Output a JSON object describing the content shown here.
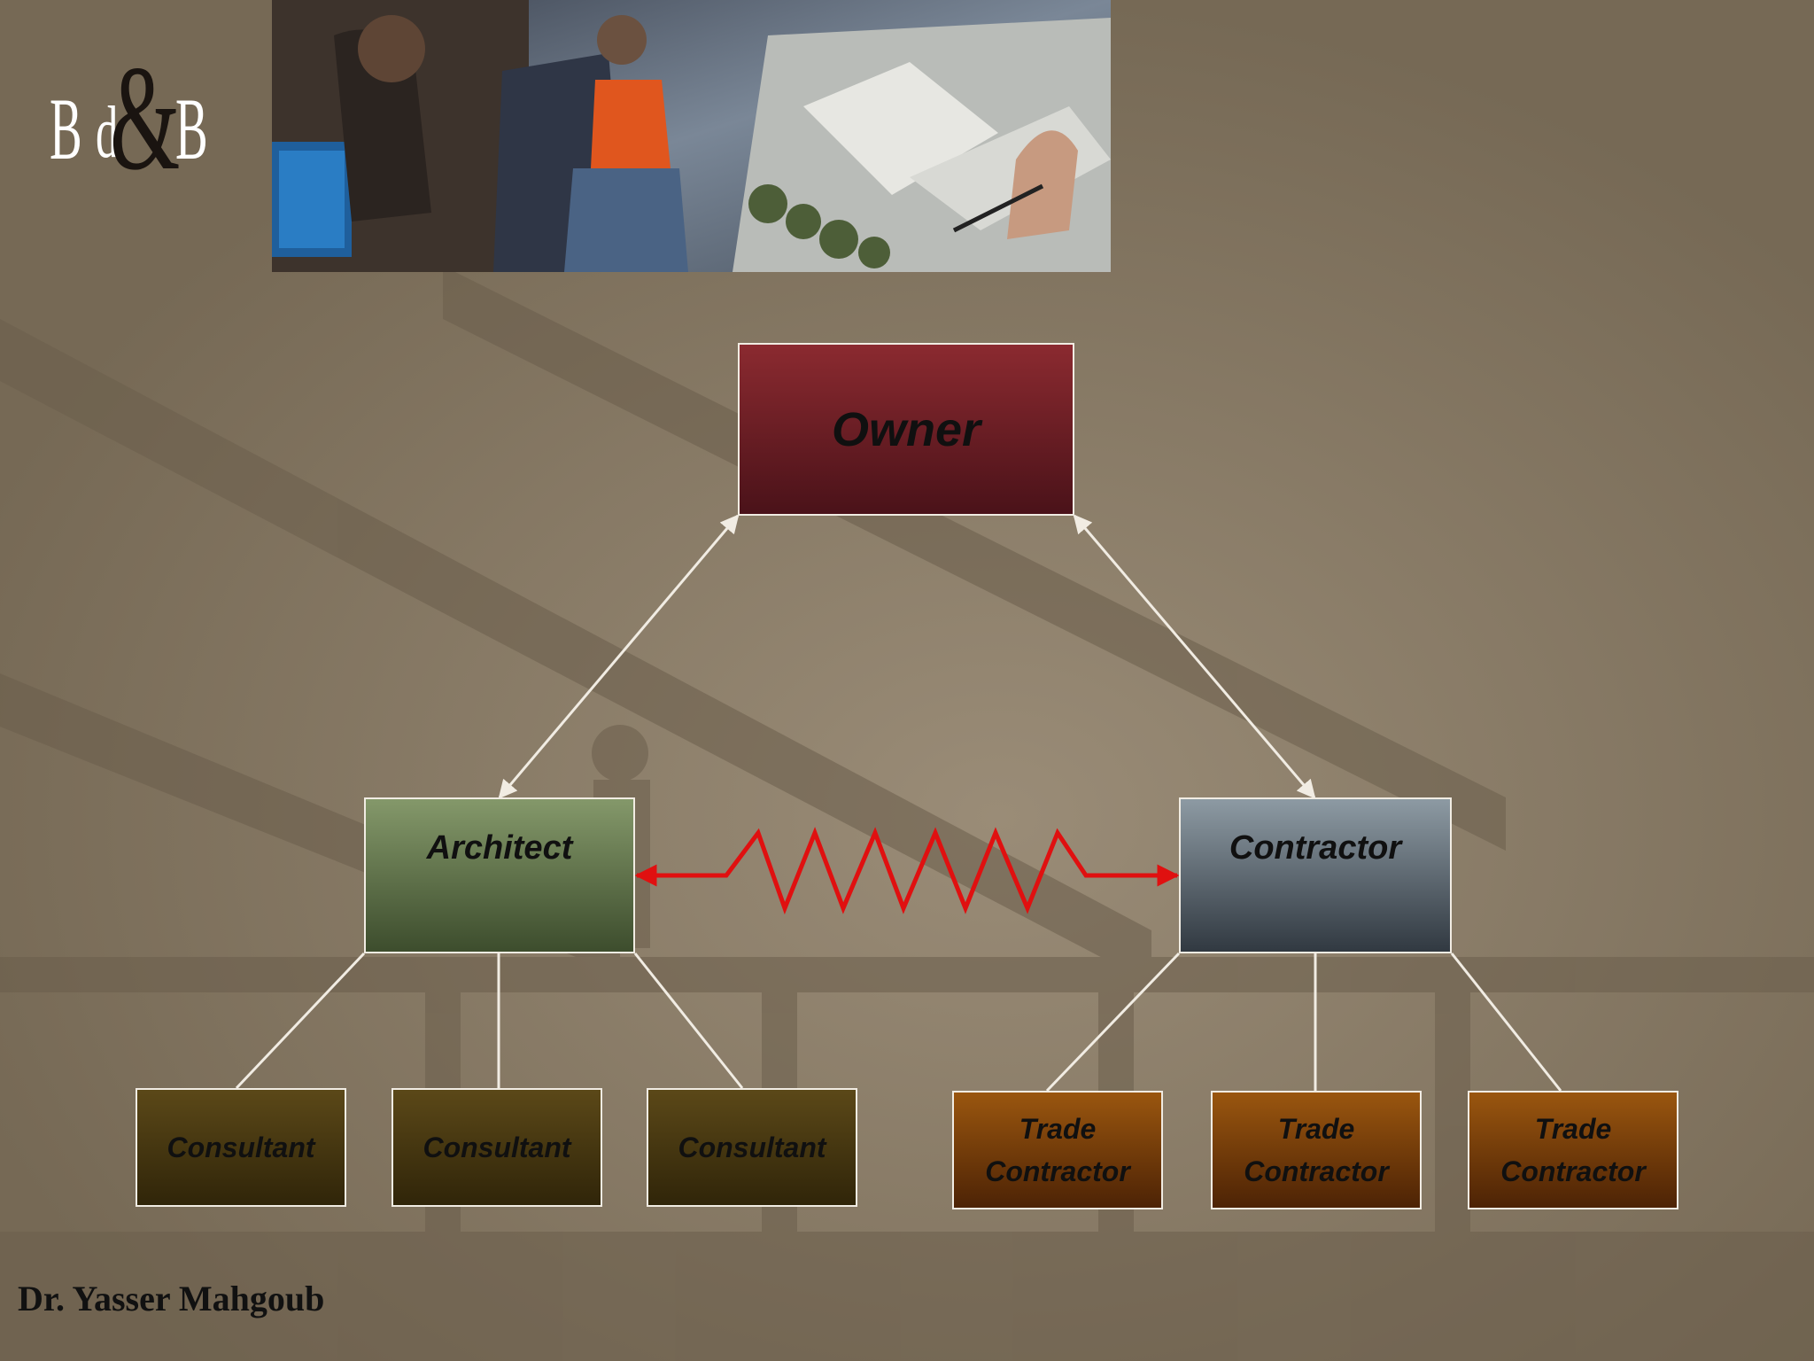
{
  "logo": {
    "left_letter": "B",
    "middle_letter": "d",
    "ampersand": "&",
    "right_letter": "B"
  },
  "diagram": {
    "owner": "Owner",
    "architect": "Architect",
    "contractor": "Contractor",
    "consultants": [
      "Consultant",
      "Consultant",
      "Consultant"
    ],
    "trade_contractors": [
      {
        "line1": "Trade",
        "line2": "Contractor"
      },
      {
        "line1": "Trade",
        "line2": "Contractor"
      },
      {
        "line1": "Trade",
        "line2": "Contractor"
      }
    ]
  },
  "footer": {
    "author": "Dr. Yasser Mahgoub"
  },
  "colors": {
    "background": "#7d6f5c",
    "owner": "#6a1d24",
    "architect": "#62744c",
    "contractor": "#5c6870",
    "consultant": "#45360f",
    "trade_contractor": "#7a400a",
    "conflict_line": "#e01010",
    "connector": "#f1ece3"
  }
}
